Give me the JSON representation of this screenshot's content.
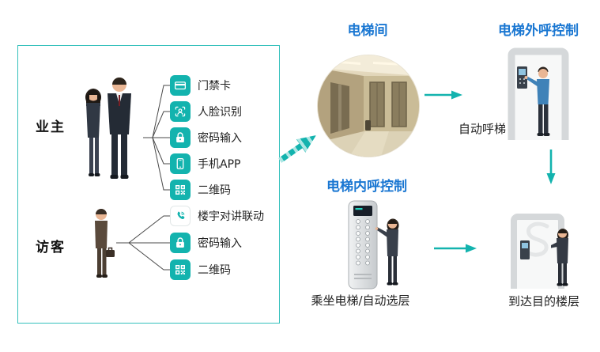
{
  "colors": {
    "teal": "#13b3ae",
    "border_teal": "#35c1bc",
    "title_blue": "#1a77d2",
    "text": "#222222"
  },
  "icons": {
    "card-icon": "svg-credit-card",
    "face-recognition-icon": "svg-face-scan-frame",
    "password-lock-icon": "svg-padlock",
    "smartphone-app-icon": "svg-smartphone",
    "qr-code-icon": "svg-qr-code",
    "intercom-phone-icon": "svg-phone-handset-waves",
    "flow-arrow-icon": "svg-teal-arrow",
    "striped-arrow-icon": "css-striped-chevron-arrow"
  },
  "left_panel": {
    "owner_label": "业主",
    "owner_methods": [
      {
        "label": "门禁卡"
      },
      {
        "label": "人脸识别"
      },
      {
        "label": "密码输入"
      },
      {
        "label": "手机APP"
      },
      {
        "label": "二维码"
      }
    ],
    "visitor_label": "访客",
    "visitor_methods": [
      {
        "label": "楼宇对讲联动"
      },
      {
        "label": "密码输入"
      },
      {
        "label": "二维码"
      }
    ]
  },
  "flow": {
    "hall_title": "电梯间",
    "external_title": "电梯外呼控制",
    "external_caption": "自动呼梯",
    "internal_title": "电梯内呼控制",
    "internal_caption": "乘坐电梯/自动选层",
    "destination_caption": "到达目的楼层"
  }
}
